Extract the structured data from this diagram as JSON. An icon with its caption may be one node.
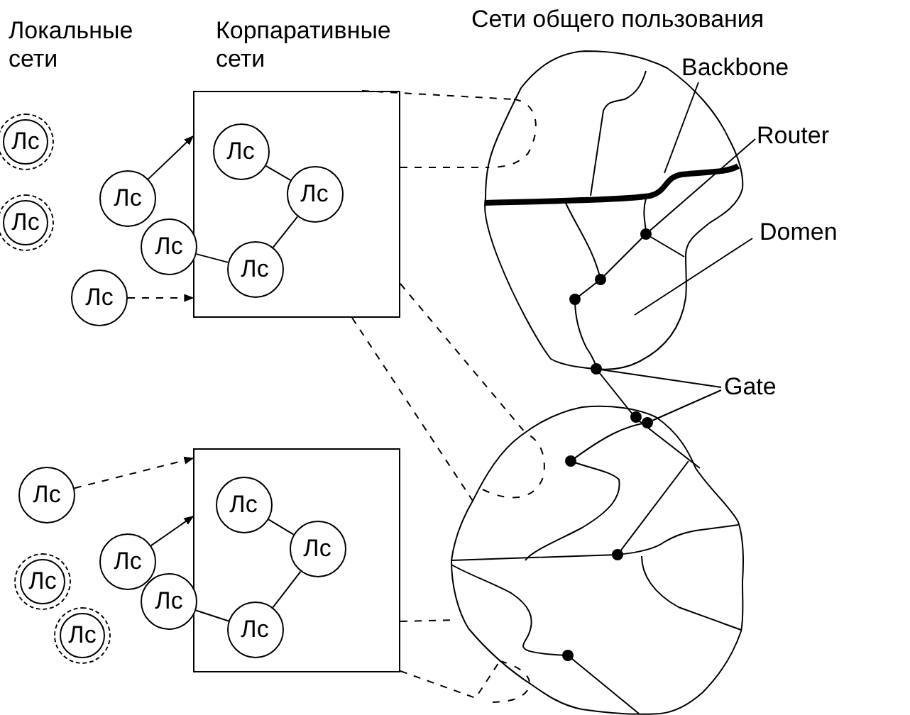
{
  "diagram": {
    "nodes": [
      {
        "text": [],
        "shape": "box"
      },
      {
        "text": [
          "Лс"
        ],
        "in": 0
      },
      {
        "text": [
          "Лс"
        ],
        "in": 0
      },
      {
        "text": [
          "Лс"
        ],
        "in": 0
      },
      {
        "text": [
          "Лс"
        ]
      },
      {
        "text": [
          "Лс"
        ]
      },
      {
        "text": [
          "Лс"
        ]
      },
      {
        "text": [
          "Лс"
        ]
      },
      {
        "text": [
          "Лс"
        ]
      },
      {
        "text": [],
        "shape": "box"
      },
      {
        "text": [
          "Лс"
        ],
        "in": 9
      },
      {
        "text": [
          "Лс"
        ],
        "in": 9
      },
      {
        "text": [
          "Лс"
        ],
        "in": 9
      },
      {
        "text": [
          "Лс"
        ]
      },
      {
        "text": [
          "Лс"
        ]
      },
      {
        "text": [
          "Лс"
        ]
      },
      {
        "text": [
          "Лс"
        ]
      },
      {
        "text": [
          "Лс"
        ]
      },
      {
        "text": [],
        "shape": "cloud",
        "beside": [
          "Сети общего пользования"
        ]
      },
      {
        "text": [],
        "shape": "cloud"
      },
      {
        "text": [
          "Backbone"
        ]
      },
      {
        "text": [],
        "shape": "line",
        "in": 18
      },
      {
        "text": [
          "Router"
        ]
      },
      {
        "text": [],
        "shape": "circle",
        "in": 18
      },
      {
        "text": [
          "Domen"
        ]
      },
      {
        "text": [
          "Gate"
        ]
      },
      {
        "text": [],
        "shape": "circle"
      },
      {
        "text": [],
        "shape": "circle",
        "in": 19
      }
    ],
    "edges": [
      {
        "from": 1,
        "to": 2,
        "arrow": "none"
      },
      {
        "from": 2,
        "to": 3,
        "arrow": "none"
      },
      {
        "from": 3,
        "to": 7,
        "arrow": "none"
      },
      {
        "from": 6,
        "to": 0,
        "arrow": "to"
      },
      {
        "from": 8,
        "to": 0,
        "arrow": "to",
        "style": "dashed"
      },
      {
        "from": 10,
        "to": 11,
        "arrow": "none"
      },
      {
        "from": 11,
        "to": 12,
        "arrow": "none"
      },
      {
        "from": 12,
        "to": 15,
        "arrow": "none"
      },
      {
        "from": 14,
        "to": 9,
        "arrow": "to"
      },
      {
        "from": 13,
        "to": 9,
        "arrow": "to",
        "style": "dashed"
      },
      {
        "from": 20,
        "to": 21,
        "arrow": "none"
      },
      {
        "from": 22,
        "to": 23,
        "arrow": "none"
      },
      {
        "from": 24,
        "to": 18,
        "arrow": "none"
      },
      {
        "from": 25,
        "to": 26,
        "arrow": "none"
      },
      {
        "from": 25,
        "to": 27,
        "arrow": "none"
      },
      {
        "from": 0,
        "to": 18,
        "arrow": "none",
        "style": "dashed"
      },
      {
        "from": 0,
        "to": 18,
        "arrow": "none",
        "style": "dashed"
      },
      {
        "from": 0,
        "to": 19,
        "arrow": "none",
        "style": "dashed"
      },
      {
        "from": 0,
        "to": 19,
        "arrow": "none",
        "style": "dashed"
      },
      {
        "from": 9,
        "to": 19,
        "arrow": "none",
        "style": "dashed"
      },
      {
        "from": 9,
        "to": 19,
        "arrow": "none",
        "style": "dashed"
      }
    ],
    "labels": [
      "Локальные сети",
      "Корпаративные сети"
    ]
  }
}
